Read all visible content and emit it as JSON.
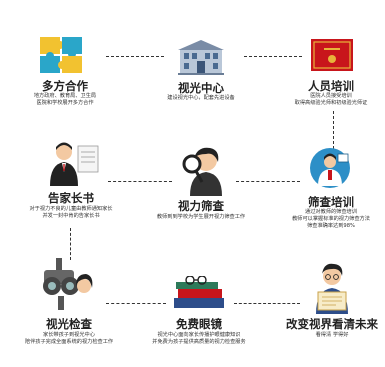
{
  "steps": [
    {
      "id": "s1",
      "title": "多方合作",
      "desc": [
        "地方政府、教育局、卫生局",
        "医院和学校展开多方合作"
      ],
      "icon": "puzzle-icon"
    },
    {
      "id": "s2",
      "title": "视光中心",
      "desc": [
        "建设视光中心，配套先进设备"
      ],
      "icon": "building-icon"
    },
    {
      "id": "s3",
      "title": "人员培训",
      "desc": [
        "医院人员接受培训",
        "取得高级验光师和初级验光师证"
      ],
      "icon": "certificate-icon"
    },
    {
      "id": "s4",
      "title": "告家长书",
      "desc": [
        "对于视力不良的儿童由教师通知家长",
        "并发一封中肯的告家长书"
      ],
      "icon": "teacher-icon"
    },
    {
      "id": "s5",
      "title": "视力筛查",
      "desc": [
        "教师到到学校为学生展开视力筛查工作"
      ],
      "icon": "magnifier-person-icon"
    },
    {
      "id": "s6",
      "title": "筛查培训",
      "desc": [
        "通过对教师的筛查培训",
        "教师可以掌握标准的视力筛查方法",
        "筛查准确率达到98%"
      ],
      "icon": "trainer-icon"
    },
    {
      "id": "s7",
      "title": "视光检查",
      "desc": [
        "家长带孩子到视光中心",
        "陪伴孩子完成全面系统的视力检查工作"
      ],
      "icon": "eye-exam-icon"
    },
    {
      "id": "s8",
      "title": "免费眼镜",
      "desc": [
        "视光中心面向家长传播护眼健康知识",
        "并免费为孩子提供高质量的视力检查服务"
      ],
      "icon": "books-glasses-icon"
    },
    {
      "id": "s9",
      "title": "改变视界看清未来",
      "desc": [
        "看得清 学得好"
      ],
      "icon": "student-diploma-icon"
    }
  ],
  "colors": {
    "accent": "#c8151b",
    "gold": "#e8b33a",
    "ink": "#222222"
  }
}
